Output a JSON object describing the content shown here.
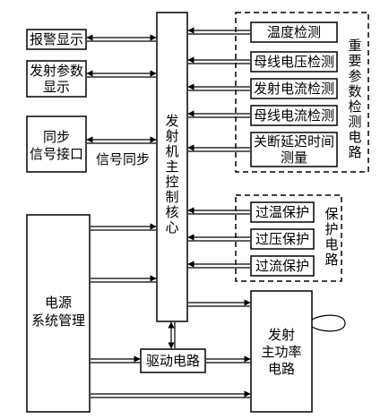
{
  "blocks": {
    "alarm": "报警显示",
    "tx_param_1": "发射参数",
    "tx_param_2": "显示",
    "sync_1": "同步",
    "sync_2": "信号接口",
    "sync_label": "信号同步",
    "power_1": "电源",
    "power_2": "系统管理",
    "core": "发射机主控制核心",
    "drive": "驱动电路",
    "pa_1": "发射",
    "pa_2": "主功率",
    "pa_3": "电路"
  },
  "detection": {
    "group_label": "重要参数检测电路",
    "items": [
      "温度检测",
      "母线电压检测",
      "发射电流检测",
      "母线电流检测"
    ],
    "delay_1": "关断延迟时间",
    "delay_2": "测量"
  },
  "protection": {
    "group_label": "保护电路",
    "items": [
      "过温保护",
      "过压保护",
      "过流保护"
    ]
  }
}
